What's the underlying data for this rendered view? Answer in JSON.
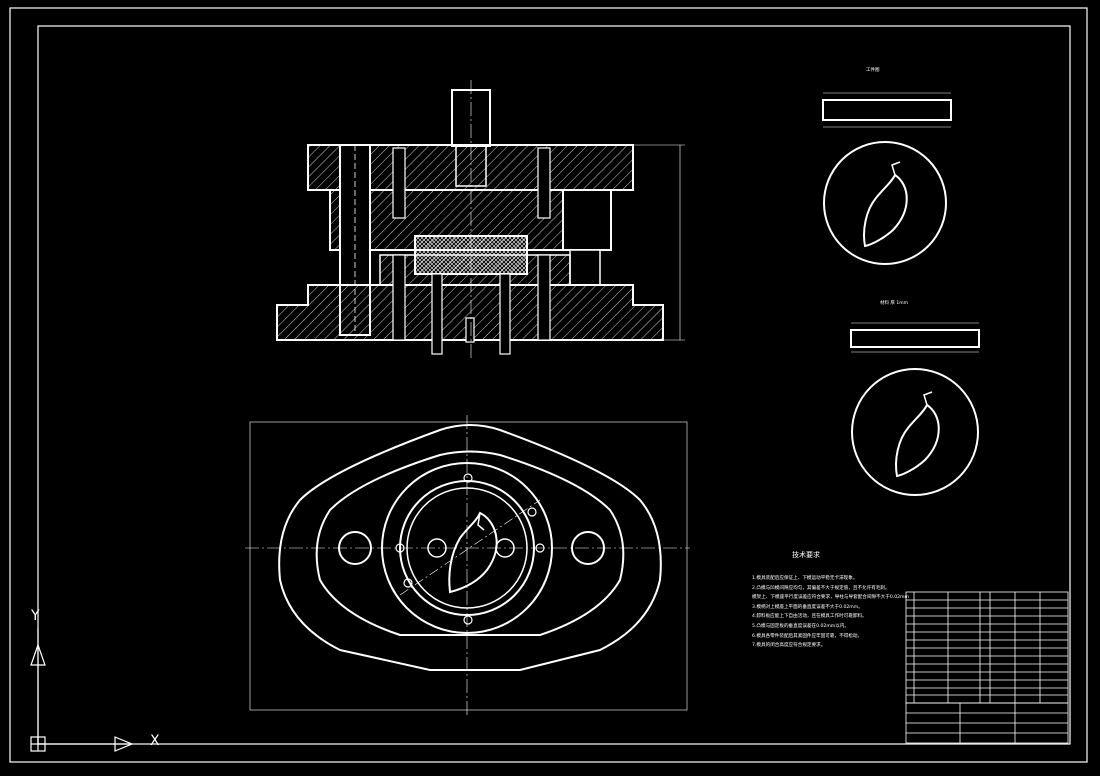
{
  "drawing": {
    "background": "#000000",
    "line_color": "#ffffff",
    "technical_requirements": {
      "title": "技术要求",
      "notes": [
        "1.模具装配后应保证上、下模运动平稳无卡滞现象。",
        "2.凸模与凹模间隙应均匀，其偏差不大于规定值，且不允许有毛刺。",
        "   模架上、下模座平行度误差应符合要求，导柱与导套配合间隙不大于0.02mm",
        "3.模柄对上模座上平面的垂直度误差不大于0.02mm。",
        "4.卸料板应能上下自由活动，且在模具工作时可靠卸料。",
        "5.凸模与固定板的垂直度误差在0.02mm以内。",
        "6.模具各零件装配后其紧固件应牢固可靠，不得松动。",
        "7.模具的闭合高度应符合规定要求。"
      ]
    },
    "view_labels": {
      "part": "工件图",
      "blank": "材料 厚 1mm"
    },
    "ucs": {
      "x_label": "X",
      "y_label": "Y"
    }
  }
}
